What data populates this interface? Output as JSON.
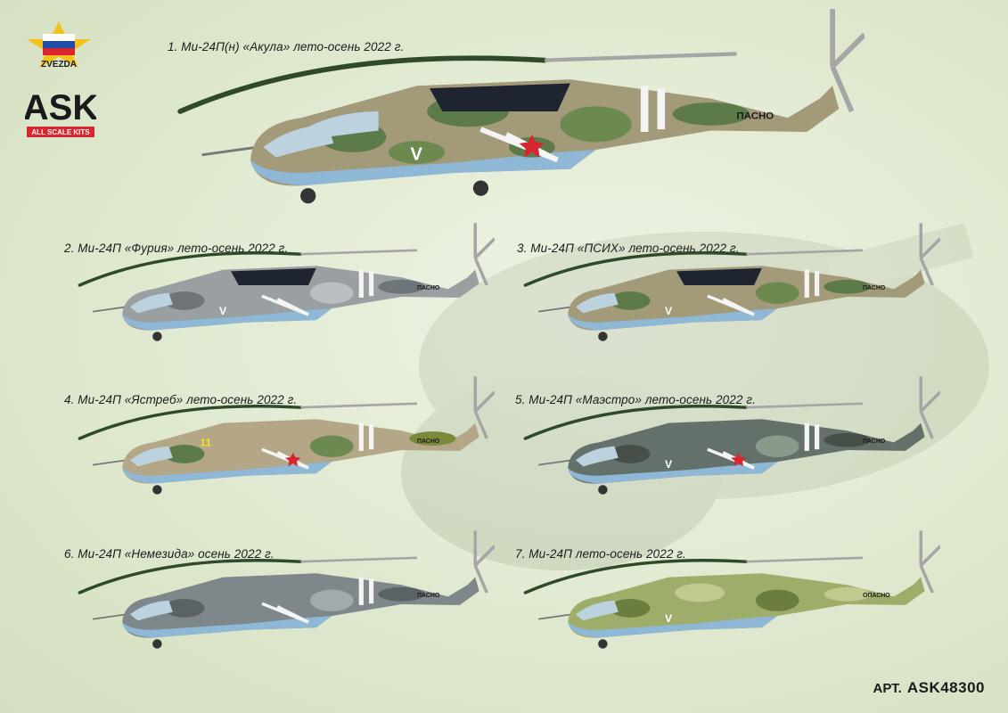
{
  "brand": {
    "zvezda_label": "ZVEZDA",
    "ask_label": "ASK",
    "ask_sub": "ALL SCALE KITS"
  },
  "variants": [
    {
      "caption": "1. Ми-24П(н) «Акула» лето-осень 2022 г.",
      "tail_name": "ПАСНО",
      "code": "V",
      "scheme": "sand-green"
    },
    {
      "caption": "2. Ми-24П «Фурия» лето-осень 2022 г.",
      "tail_name": "ПАСНО",
      "code": "V",
      "scheme": "grey"
    },
    {
      "caption": "3. Ми-24П «ПСИХ» лето-осень 2022 г.",
      "tail_name": "ПАСНО",
      "code": "V",
      "scheme": "sand-green"
    },
    {
      "caption": "4. Ми-24П «Ястреб» лето-осень 2022 г.",
      "tail_name": "ПАСНО",
      "code": "11",
      "scheme": "sand-green"
    },
    {
      "caption": "5. Ми-24П «Маэстро» лето-осень 2022 г.",
      "tail_name": "ПАСНО",
      "code": "V",
      "scheme": "dark-grey"
    },
    {
      "caption": "6. Ми-24П «Немезида» осень 2022 г.",
      "tail_name": "ПАСНО",
      "code": "",
      "scheme": "grey"
    },
    {
      "caption": "7. Ми-24П лето-осень 2022 г.",
      "tail_name": "ОПАСНО",
      "code": "V",
      "scheme": "olive"
    }
  ],
  "article": {
    "label": "АРТ.",
    "code": "ASK48300"
  },
  "colors": {
    "belly": "#8fb7d6",
    "rotor": "#a5a5a5",
    "antenna": "#2f4a2a",
    "star": "#d8262e"
  }
}
